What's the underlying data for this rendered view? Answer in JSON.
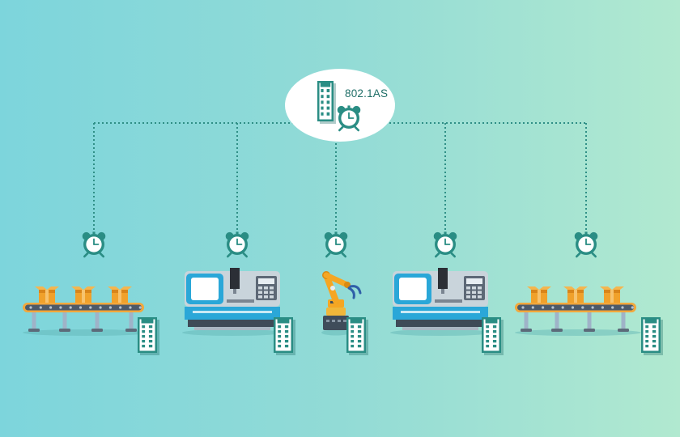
{
  "hub": {
    "label": "802.1AS",
    "icon": "switch-clock-icon",
    "text_color": "#1f6e67"
  },
  "colors": {
    "background_left": "#7dd5dc",
    "background_right": "#b1e9d0",
    "link": "#2f8f86",
    "clock": "#2a8d84",
    "switch": "#2a8d84",
    "machine_blue": "#2aa7d8",
    "machine_grey": "#c9d4db",
    "robot_orange": "#f5a623",
    "box_orange": "#f0a12b"
  },
  "devices": [
    {
      "name": "conveyor-1",
      "kind": "conveyor",
      "icon": "conveyor-belt-icon"
    },
    {
      "name": "cnc-machine-1",
      "kind": "cnc",
      "icon": "cnc-machine-icon"
    },
    {
      "name": "robot-arm",
      "kind": "robot",
      "icon": "robot-arm-icon"
    },
    {
      "name": "cnc-machine-2",
      "kind": "cnc",
      "icon": "cnc-machine-icon"
    },
    {
      "name": "conveyor-2",
      "kind": "conveyor",
      "icon": "conveyor-belt-icon"
    }
  ]
}
